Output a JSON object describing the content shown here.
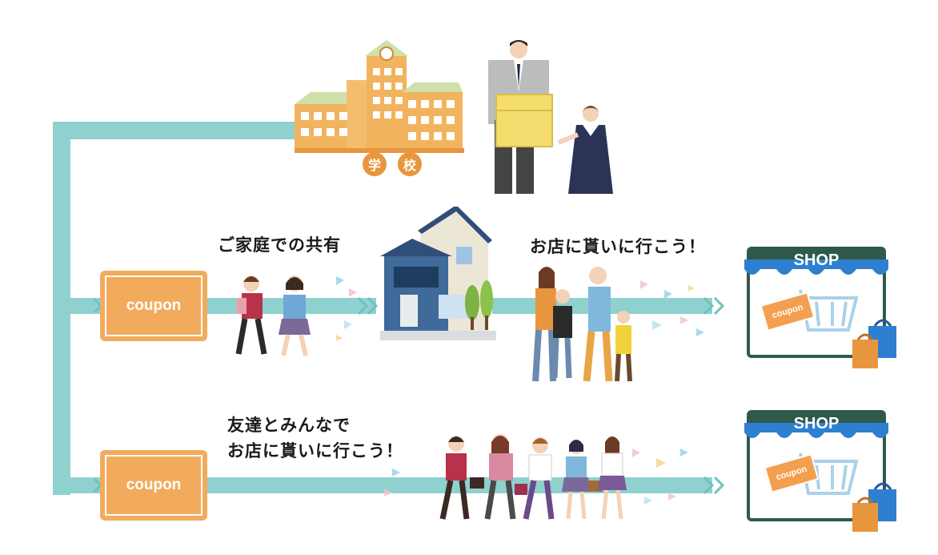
{
  "school": {
    "label_1": "学",
    "label_2": "校"
  },
  "coupons": [
    {
      "label": "coupon"
    },
    {
      "label": "coupon"
    }
  ],
  "captions": {
    "family_share": "ご家庭での共有",
    "go_shop_family": "お店に貰いに行こう！",
    "friends_line1": "友達とみんなで",
    "friends_line2": "お店に貰いに行こう！"
  },
  "shops": [
    {
      "sign": "SHOP",
      "ticket": "coupon"
    },
    {
      "sign": "SHOP",
      "ticket": "coupon"
    }
  ],
  "colors": {
    "flow_bar": "#8ed1cf",
    "coupon": "#f2ab5c",
    "school": "#f2b35e",
    "shop_awning": "#2f7fd0",
    "shop_frame": "#2f5a4a"
  }
}
